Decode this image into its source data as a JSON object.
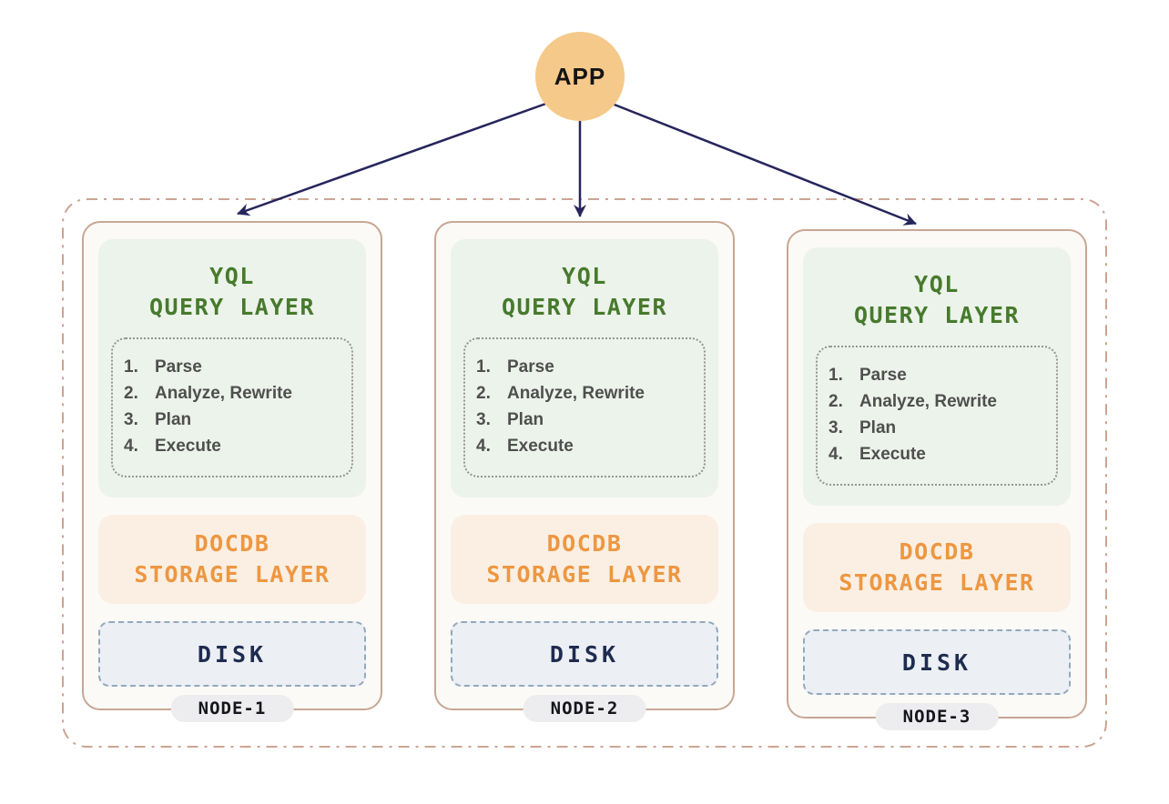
{
  "app": {
    "label": "APP"
  },
  "colors": {
    "app_circle": "#F5C98A",
    "arrow": "#26265C",
    "cluster_border": "#CBA493",
    "card_border": "#C7A795",
    "card_bg": "#FBFAF7",
    "query_layer_bg": "#ECF3EA",
    "query_layer_text": "#477A2D",
    "storage_layer_bg": "#FAEFE2",
    "storage_layer_text": "#ED9742",
    "disk_bg": "#ECF0F4",
    "disk_border": "#94A8BD",
    "disk_text": "#1F2C4F",
    "steps_text": "#4F4F4F",
    "node_pill_bg": "#EDEDEF",
    "node_pill_text": "#15151D"
  },
  "nodes": [
    {
      "name": "NODE-1",
      "query_layer": {
        "title_line1": "YQL",
        "title_line2": "QUERY LAYER",
        "steps": [
          {
            "num": "1.",
            "label": "Parse"
          },
          {
            "num": "2.",
            "label": "Analyze, Rewrite"
          },
          {
            "num": "3.",
            "label": "Plan"
          },
          {
            "num": "4.",
            "label": "Execute"
          }
        ]
      },
      "storage_layer": {
        "line1": "DOCDB",
        "line2": "STORAGE LAYER"
      },
      "disk_label": "DISK"
    },
    {
      "name": "NODE-2",
      "query_layer": {
        "title_line1": "YQL",
        "title_line2": "QUERY LAYER",
        "steps": [
          {
            "num": "1.",
            "label": "Parse"
          },
          {
            "num": "2.",
            "label": "Analyze, Rewrite"
          },
          {
            "num": "3.",
            "label": "Plan"
          },
          {
            "num": "4.",
            "label": "Execute"
          }
        ]
      },
      "storage_layer": {
        "line1": "DOCDB",
        "line2": "STORAGE LAYER"
      },
      "disk_label": "DISK"
    },
    {
      "name": "NODE-3",
      "query_layer": {
        "title_line1": "YQL",
        "title_line2": "QUERY LAYER",
        "steps": [
          {
            "num": "1.",
            "label": "Parse"
          },
          {
            "num": "2.",
            "label": "Analyze, Rewrite"
          },
          {
            "num": "3.",
            "label": "Plan"
          },
          {
            "num": "4.",
            "label": "Execute"
          }
        ]
      },
      "storage_layer": {
        "line1": "DOCDB",
        "line2": "STORAGE LAYER"
      },
      "disk_label": "DISK"
    }
  ]
}
